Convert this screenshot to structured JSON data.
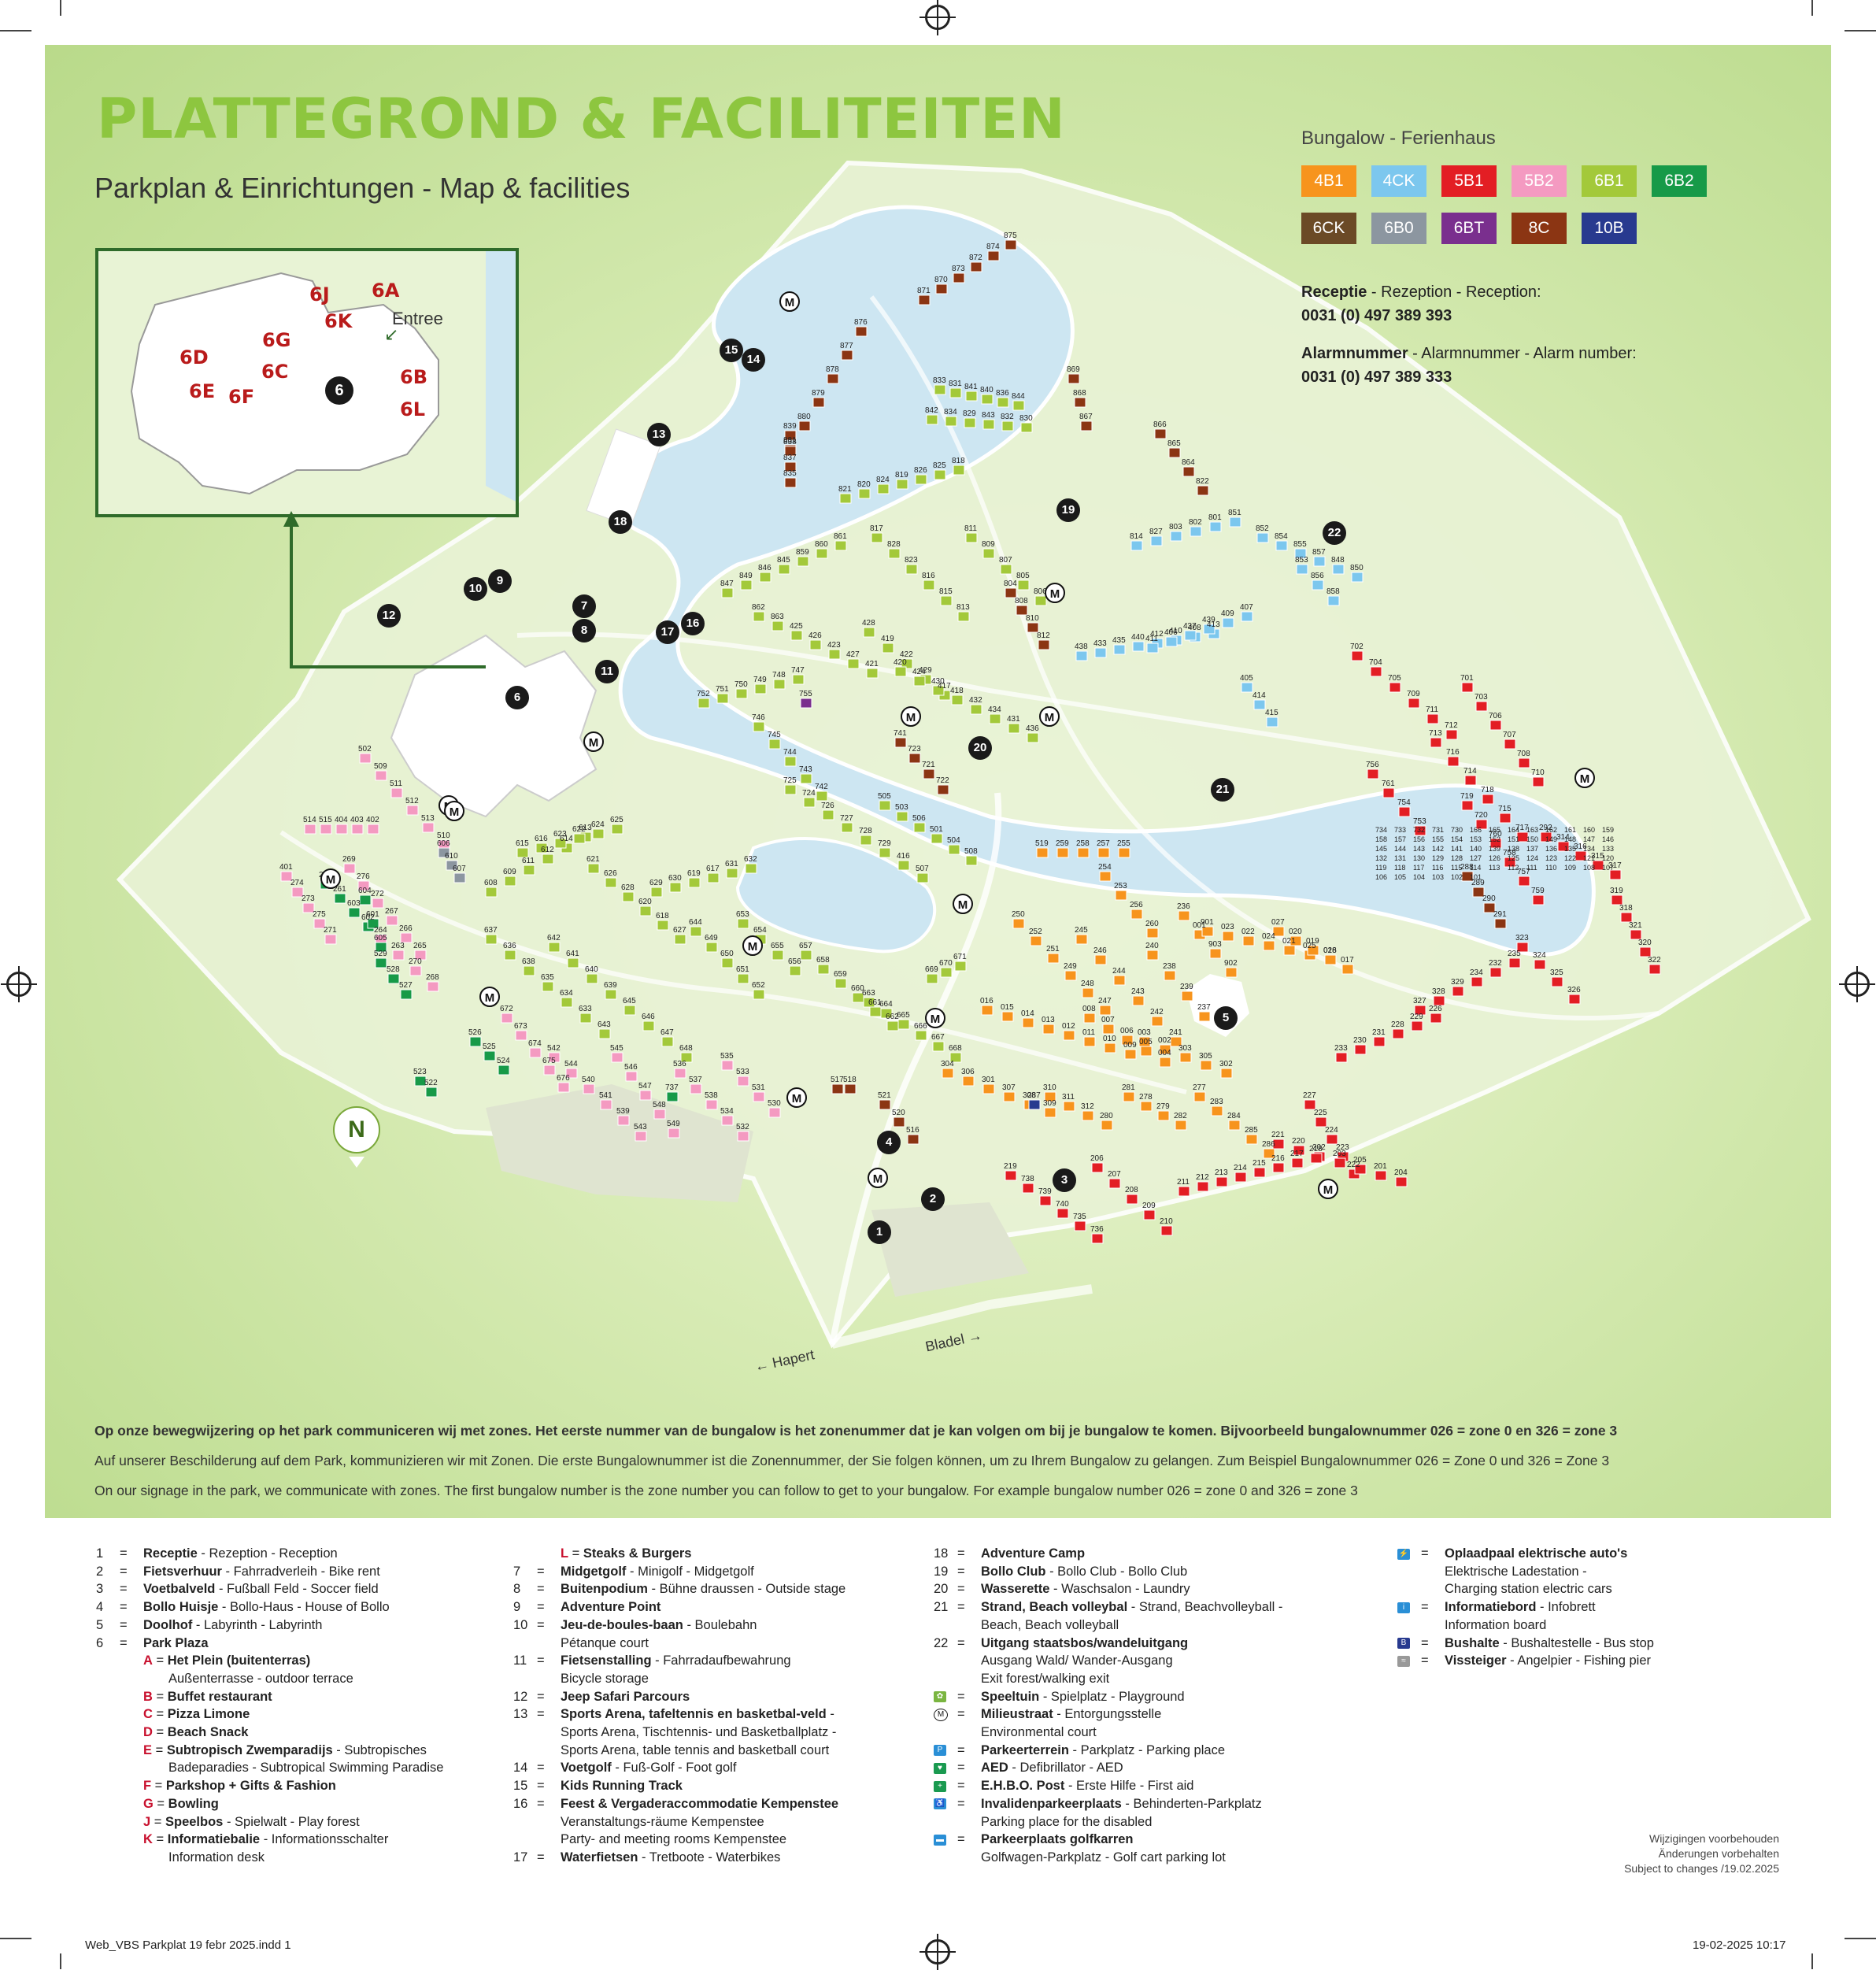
{
  "header": {
    "title": "PLATTEGROND & FACILITEITEN",
    "subtitle": "Parkplan & Einrichtungen - Map & facilities"
  },
  "legend": {
    "title": "Bungalow - Ferienhaus",
    "types": [
      {
        "code": "4B1",
        "color": "#f7941d"
      },
      {
        "code": "4CK",
        "color": "#7cc7ee"
      },
      {
        "code": "5B1",
        "color": "#e31e24"
      },
      {
        "code": "5B2",
        "color": "#f49ac1"
      },
      {
        "code": "6B1",
        "color": "#a3c93a"
      },
      {
        "code": "6B2",
        "color": "#179a48"
      },
      {
        "code": "6CK",
        "color": "#6b4a26"
      },
      {
        "code": "6B0",
        "color": "#8c96a0"
      },
      {
        "code": "6BT",
        "color": "#7a2f8e"
      },
      {
        "code": "8C",
        "color": "#8b3513"
      },
      {
        "code": "10B",
        "color": "#283a8f"
      }
    ]
  },
  "contacts": {
    "reception_label_bold": "Receptie",
    "reception_label_rest": " - Rezeption - Reception:",
    "reception_phone": "0031 (0) 497 389 393",
    "alarm_label_bold": "Alarmnummer",
    "alarm_label_rest": " - Alarmnummer - Alarm number:",
    "alarm_phone": "0031 (0) 497 389 333"
  },
  "inset": {
    "labels": [
      "6J",
      "6A",
      "6K",
      "6G",
      "6D",
      "6C",
      "6E",
      "6F",
      "6B",
      "6L"
    ],
    "center": "6",
    "entrance": "Entree"
  },
  "map": {
    "north": "N",
    "directions": {
      "left": "Hapert",
      "right": "Bladel"
    },
    "facility_numbers": [
      "1",
      "2",
      "3",
      "4",
      "5",
      "6",
      "7",
      "8",
      "9",
      "10",
      "11",
      "12",
      "13",
      "14",
      "15",
      "16",
      "17",
      "18",
      "19",
      "20",
      "21",
      "22"
    ],
    "bungalow_labels": [
      "871",
      "870",
      "873",
      "872",
      "874",
      "875",
      "876",
      "877",
      "878",
      "879",
      "880",
      "881",
      "839",
      "838",
      "837",
      "835",
      "833",
      "831",
      "841",
      "840",
      "836",
      "844",
      "842",
      "834",
      "829",
      "843",
      "832",
      "830",
      "869",
      "868",
      "867",
      "866",
      "865",
      "864",
      "822",
      "821",
      "820",
      "824",
      "819",
      "826",
      "825",
      "818",
      "817",
      "828",
      "823",
      "816",
      "815",
      "813",
      "811",
      "809",
      "807",
      "805",
      "806",
      "804",
      "808",
      "810",
      "812",
      "814",
      "827",
      "803",
      "802",
      "801",
      "851",
      "852",
      "854",
      "855",
      "857",
      "848",
      "850",
      "853",
      "856",
      "858",
      "847",
      "849",
      "846",
      "845",
      "859",
      "860",
      "861",
      "862",
      "863",
      "425",
      "426",
      "423",
      "427",
      "421",
      "428",
      "419",
      "422",
      "429",
      "417",
      "420",
      "424",
      "430",
      "418",
      "432",
      "434",
      "431",
      "436",
      "438",
      "433",
      "435",
      "440",
      "412",
      "410",
      "408",
      "413",
      "411",
      "406",
      "437",
      "439",
      "409",
      "407",
      "405",
      "414",
      "415",
      "702",
      "704",
      "705",
      "709",
      "711",
      "712",
      "701",
      "703",
      "706",
      "707",
      "708",
      "710",
      "713",
      "716",
      "714",
      "718",
      "715",
      "717",
      "719",
      "720",
      "760",
      "758",
      "757",
      "759",
      "756",
      "761",
      "754",
      "753",
      "755",
      "752",
      "751",
      "750",
      "749",
      "748",
      "747",
      "746",
      "745",
      "744",
      "743",
      "742",
      "741",
      "723",
      "721",
      "722",
      "725",
      "724",
      "726",
      "727",
      "728",
      "729",
      "416",
      "507",
      "505",
      "503",
      "506",
      "501",
      "504",
      "508",
      "502",
      "509",
      "511",
      "512",
      "513",
      "510",
      "514",
      "515",
      "404",
      "403",
      "402",
      "401",
      "274",
      "273",
      "275",
      "271",
      "269",
      "276",
      "272",
      "267",
      "266",
      "265",
      "264",
      "263",
      "270",
      "268",
      "262",
      "261",
      "603",
      "602",
      "604",
      "601",
      "605",
      "606",
      "610",
      "607",
      "608",
      "609",
      "611",
      "612",
      "614",
      "613",
      "615",
      "616",
      "623",
      "622",
      "624",
      "625",
      "621",
      "626",
      "628",
      "620",
      "618",
      "627",
      "629",
      "630",
      "619",
      "617",
      "631",
      "632",
      "637",
      "636",
      "638",
      "635",
      "634",
      "633",
      "643",
      "642",
      "641",
      "640",
      "639",
      "645",
      "646",
      "647",
      "648",
      "644",
      "649",
      "650",
      "651",
      "652",
      "653",
      "654",
      "655",
      "656",
      "657",
      "658",
      "659",
      "660",
      "661",
      "662",
      "663",
      "664",
      "665",
      "666",
      "667",
      "668",
      "669",
      "670",
      "671",
      "672",
      "673",
      "674",
      "675",
      "676",
      "542",
      "544",
      "540",
      "541",
      "539",
      "543",
      "545",
      "546",
      "547",
      "548",
      "549",
      "536",
      "537",
      "538",
      "534",
      "532",
      "535",
      "533",
      "531",
      "530",
      "529",
      "528",
      "527",
      "526",
      "525",
      "524",
      "523",
      "522",
      "521",
      "520",
      "516",
      "517",
      "518",
      "519",
      "259",
      "258",
      "257",
      "255",
      "254",
      "253",
      "256",
      "260",
      "250",
      "252",
      "251",
      "249",
      "248",
      "247",
      "245",
      "246",
      "244",
      "243",
      "242",
      "241",
      "240",
      "238",
      "239",
      "237",
      "236",
      "001",
      "903",
      "902",
      "901",
      "023",
      "022",
      "024",
      "021",
      "025",
      "026",
      "027",
      "020",
      "019",
      "018",
      "017",
      "016",
      "015",
      "014",
      "013",
      "012",
      "011",
      "010",
      "009",
      "008",
      "007",
      "006",
      "005",
      "004",
      "003",
      "002",
      "303",
      "305",
      "302",
      "304",
      "306",
      "301",
      "307",
      "308",
      "309",
      "310",
      "311",
      "312",
      "280",
      "281",
      "278",
      "279",
      "282",
      "277",
      "283",
      "284",
      "285",
      "286",
      "287",
      "288",
      "289",
      "290",
      "291",
      "292",
      "314",
      "316",
      "315",
      "317",
      "319",
      "318",
      "321",
      "320",
      "322",
      "323",
      "324",
      "325",
      "326",
      "327",
      "328",
      "329",
      "234",
      "232",
      "235",
      "233",
      "230",
      "231",
      "228",
      "229",
      "226",
      "227",
      "225",
      "224",
      "223",
      "222",
      "221",
      "220",
      "202",
      "203",
      "205",
      "201",
      "204",
      "206",
      "207",
      "208",
      "209",
      "210",
      "211",
      "212",
      "213",
      "214",
      "215",
      "216",
      "217",
      "218",
      "219",
      "738",
      "739",
      "740",
      "735",
      "736",
      "737",
      "734",
      "733",
      "732",
      "731",
      "730",
      "166",
      "165",
      "164",
      "163",
      "162",
      "161",
      "160",
      "159",
      "158",
      "157",
      "156",
      "155",
      "154",
      "153",
      "152",
      "151",
      "150",
      "149",
      "148",
      "147",
      "146",
      "145",
      "144",
      "143",
      "142",
      "141",
      "140",
      "139",
      "138",
      "137",
      "136",
      "135",
      "134",
      "133",
      "132",
      "131",
      "130",
      "129",
      "128",
      "127",
      "126",
      "125",
      "124",
      "123",
      "122",
      "121",
      "120",
      "119",
      "118",
      "117",
      "116",
      "115",
      "114",
      "113",
      "112",
      "111",
      "110",
      "109",
      "108",
      "107",
      "106",
      "105",
      "104",
      "103",
      "102",
      "101"
    ]
  },
  "notes": [
    "Op onze bewegwijzering op het park communiceren wij met zones. Het eerste nummer van de bungalow is het zonenummer dat je kan volgen om bij je bungalow te komen. Bijvoorbeeld bungalownummer 026 = zone 0 en 326 = zone 3",
    "Auf unserer Beschilderung auf dem Park, kommunizieren wir mit Zonen. Die erste Bungalownummer ist die Zonennummer,  der Sie folgen können, um zu Ihrem Bungalow zu gelangen. Zum Beispiel Bungalownummer 026 = Zone 0 und 326 = Zone 3",
    "On our signage in the park, we communicate with zones. The first bungalow number is the zone number you can follow to get to your bungalow. For example bungalow number 026 = zone 0 and 326 = zone 3"
  ],
  "facilities_col1": [
    {
      "n": "1",
      "b": "Receptie",
      "t": " - Rezeption - Reception"
    },
    {
      "n": "2",
      "b": "Fietsverhuur",
      "t": " - Fahrradverleih - Bike rent"
    },
    {
      "n": "3",
      "b": "Voetbalveld",
      "t": " - Fußball Feld - Soccer field"
    },
    {
      "n": "4",
      "b": "Bollo Huisje",
      "t": " - Bollo-Haus - House of Bollo"
    },
    {
      "n": "5",
      "b": "Doolhof",
      "t": " - Labyrinth - Labyrinth"
    },
    {
      "n": "6",
      "b": "Park Plaza",
      "t": ""
    }
  ],
  "plaza_items": [
    {
      "l": "A",
      "b": "Het Plein (buitenterras)",
      "t": "",
      "t2": "Außenterrasse - outdoor terrace"
    },
    {
      "l": "B",
      "b": "Buffet restaurant",
      "t": "",
      "t2": ""
    },
    {
      "l": "C",
      "b": "Pizza Limone",
      "t": "",
      "t2": ""
    },
    {
      "l": "D",
      "b": "Beach Snack",
      "t": "",
      "t2": ""
    },
    {
      "l": "E",
      "b": "Subtropisch Zwemparadijs",
      "t": " - Subtropisches",
      "t2": "Badeparadies - Subtropical Swimming Paradise"
    },
    {
      "l": "F",
      "b": "Parkshop + Gifts & Fashion",
      "t": "",
      "t2": ""
    },
    {
      "l": "G",
      "b": "Bowling",
      "t": "",
      "t2": ""
    },
    {
      "l": "J",
      "b": "Speelbos",
      "t": " - Spielwalt - Play forest",
      "t2": ""
    },
    {
      "l": "K",
      "b": "Informatiebalie",
      "t": " - Informationsschalter",
      "t2": "Information desk"
    }
  ],
  "facilities_col2": [
    {
      "n": "",
      "l": "L",
      "b": "Steaks & Burgers",
      "t": "",
      "t2": ""
    },
    {
      "n": "7",
      "b": "Midgetgolf",
      "t": " - Minigolf - Midgetgolf",
      "t2": ""
    },
    {
      "n": "8",
      "b": "Buitenpodium",
      "t": " - Bühne draussen - Outside stage",
      "t2": ""
    },
    {
      "n": "9",
      "b": "Adventure Point",
      "t": "",
      "t2": ""
    },
    {
      "n": "10",
      "b": "Jeu-de-boules-baan",
      "t": " - Boulebahn",
      "t2": "Pétanque court"
    },
    {
      "n": "11",
      "b": "Fietsenstalling",
      "t": " - Fahrradaufbewahrung",
      "t2": "Bicycle storage"
    },
    {
      "n": "12",
      "b": "Jeep Safari Parcours",
      "t": "",
      "t2": ""
    },
    {
      "n": "13",
      "b": "Sports Arena, tafeltennis en basketbal-veld",
      "t": " -",
      "t2": "Sports Arena, Tischtennis- und Basketballplatz -",
      "t3": "Sports Arena, table tennis and basketball court"
    },
    {
      "n": "14",
      "b": "Voetgolf",
      "t": " - Fuß-Golf - Foot golf",
      "t2": ""
    },
    {
      "n": "15",
      "b": "Kids Running Track",
      "t": "",
      "t2": ""
    },
    {
      "n": "16",
      "b": "Feest & Vergaderaccommodatie Kempenstee",
      "t": "",
      "t2": "Veranstaltungs-räume Kempenstee",
      "t3": "Party- and meeting rooms Kempenstee"
    },
    {
      "n": "17",
      "b": "Waterfietsen",
      "t": " - Tretboote - Waterbikes",
      "t2": ""
    }
  ],
  "facilities_col3": [
    {
      "n": "18",
      "b": "Adventure Camp",
      "t": "",
      "t2": ""
    },
    {
      "n": "19",
      "b": "Bollo Club",
      "t": " - Bollo Club - Bollo Club",
      "t2": ""
    },
    {
      "n": "20",
      "b": "Wasserette",
      "t": " - Waschsalon - Laundry",
      "t2": ""
    },
    {
      "n": "21",
      "b": "Strand, Beach volleybal",
      "t": " - Strand, Beachvolleyball -",
      "t2": "Beach, Beach volleyball"
    },
    {
      "n": "22",
      "b": "Uitgang staatsbos/wandeluitgang",
      "t": "",
      "t2": "Ausgang Wald/ Wander-Ausgang",
      "t3": "Exit forest/walking exit"
    },
    {
      "n": "icon-playground",
      "b": "Speeltuin",
      "t": " - Spielplatz - Playground",
      "t2": ""
    },
    {
      "n": "icon-m",
      "b": "Milieustraat",
      "t": " - Entorgungsstelle",
      "t2": "Environmental court"
    },
    {
      "n": "icon-p",
      "b": "Parkeerterrein",
      "t": " - Parkplatz - Parking place",
      "t2": ""
    },
    {
      "n": "icon-aed",
      "b": "AED",
      "t": " - Defibrillator - AED",
      "t2": ""
    },
    {
      "n": "icon-firstaid",
      "b": "E.H.B.O. Post",
      "t": " - Erste Hilfe - First aid",
      "t2": ""
    },
    {
      "n": "icon-disabled",
      "b": "Invalidenparkeerplaats",
      "t": " - Behinderten-Parkplatz",
      "t2": "Parking place for the disabled"
    },
    {
      "n": "icon-golfcart",
      "b": "Parkeerplaats golfkarren",
      "t": "",
      "t2": "Golfwagen-Parkplatz - Golf cart parking lot"
    }
  ],
  "facilities_col4": [
    {
      "n": "icon-ev",
      "b": "Oplaadpaal elektrische auto's",
      "t": "",
      "t2": "Elektrische Ladestation -",
      "t3": "Charging station electric cars"
    },
    {
      "n": "icon-info",
      "b": "Informatiebord",
      "t": " - Infobrett",
      "t2": "Information board"
    },
    {
      "n": "icon-bus",
      "b": "Bushalte",
      "t": " - Bushaltestelle - Bus stop",
      "t2": ""
    },
    {
      "n": "icon-fishing",
      "b": "Vissteiger",
      "t": " - Angelpier - Fishing pier",
      "t2": ""
    }
  ],
  "changes": [
    "Wijzigingen voorbehouden",
    "Änderungen vorbehalten",
    "Subject to changes /19.02.2025"
  ],
  "footer": {
    "file": "Web_VBS Parkplat 19 febr 2025.indd   1",
    "date": "19-02-2025   10:17"
  }
}
